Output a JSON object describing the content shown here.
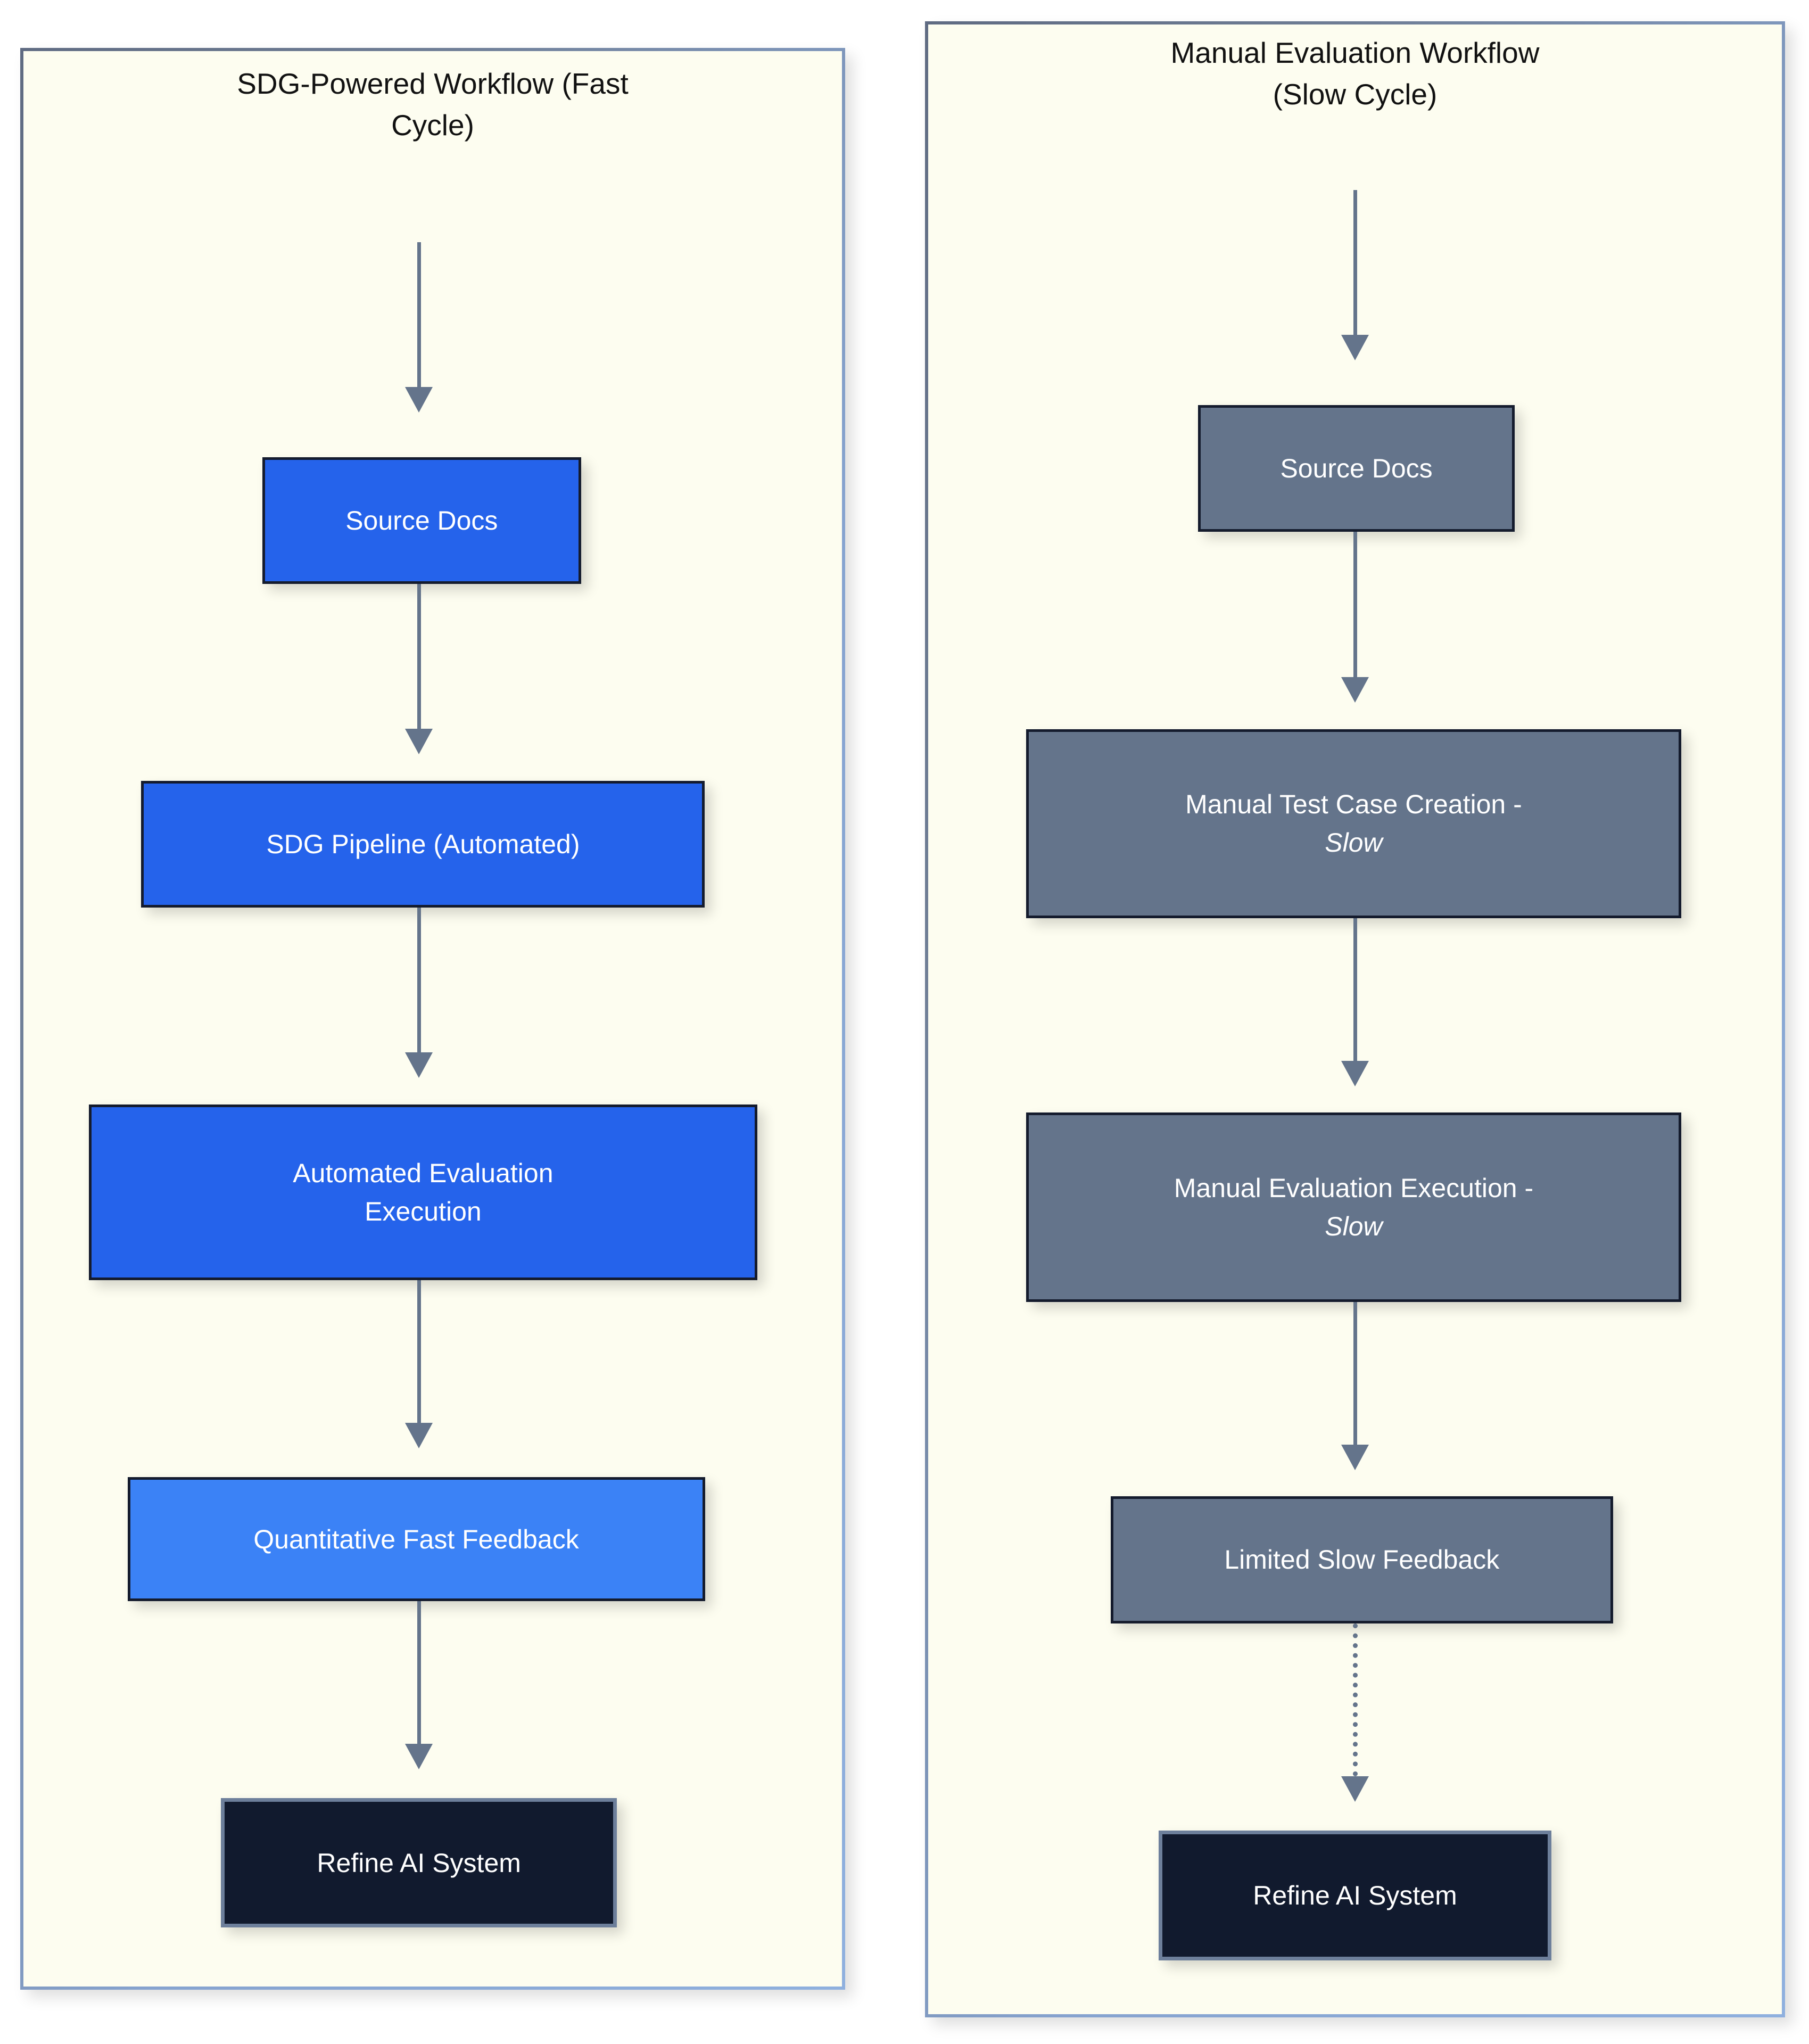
{
  "diagram": {
    "type": "flowchart",
    "orientation": "two-column-comparison",
    "panels": [
      {
        "id": "sdg-powered",
        "title": "SDG-Powered Workflow (Fast\nCycle)",
        "nodes": [
          {
            "id": "source-docs",
            "label": "Source Docs",
            "style": "blue-dark"
          },
          {
            "id": "sdg-pipeline",
            "label": "SDG Pipeline (Automated)",
            "style": "blue-dark"
          },
          {
            "id": "automated-evaluation",
            "label": "Automated Evaluation\nExecution",
            "style": "blue-dark"
          },
          {
            "id": "quantitative-feedback",
            "label": "Quantitative Fast Feedback",
            "style": "blue-light"
          },
          {
            "id": "refine-ai-system",
            "label": "Refine AI System",
            "style": "navy"
          }
        ],
        "edges": [
          {
            "from": "entry",
            "to": "source-docs",
            "style": "solid"
          },
          {
            "from": "source-docs",
            "to": "sdg-pipeline",
            "style": "solid"
          },
          {
            "from": "sdg-pipeline",
            "to": "automated-evaluation",
            "style": "solid"
          },
          {
            "from": "automated-evaluation",
            "to": "quantitative-feedback",
            "style": "solid"
          },
          {
            "from": "quantitative-feedback",
            "to": "refine-ai-system",
            "style": "solid"
          }
        ]
      },
      {
        "id": "manual-evaluation",
        "title": "Manual Evaluation Workflow\n(Slow Cycle)",
        "nodes": [
          {
            "id": "source-docs-manual",
            "label": "Source Docs",
            "style": "gray"
          },
          {
            "id": "manual-test-case",
            "label": "Manual Test Case Creation -\nSlow",
            "style": "gray",
            "italic_tail": "Slow"
          },
          {
            "id": "manual-evaluation-exec",
            "label": "Manual Evaluation Execution -\nSlow",
            "style": "gray",
            "italic_tail": "Slow"
          },
          {
            "id": "limited-slow-feedback",
            "label": "Limited Slow Feedback",
            "style": "gray"
          },
          {
            "id": "refine-ai-system-manual",
            "label": "Refine AI System",
            "style": "navy"
          }
        ],
        "edges": [
          {
            "from": "entry",
            "to": "source-docs-manual",
            "style": "solid"
          },
          {
            "from": "source-docs-manual",
            "to": "manual-test-case",
            "style": "solid"
          },
          {
            "from": "manual-test-case",
            "to": "manual-evaluation-exec",
            "style": "solid"
          },
          {
            "from": "manual-evaluation-exec",
            "to": "limited-slow-feedback",
            "style": "solid"
          },
          {
            "from": "limited-slow-feedback",
            "to": "refine-ai-system-manual",
            "style": "dotted"
          }
        ]
      }
    ],
    "colors": {
      "panel_background": "#fdfdf0",
      "panel_border_start": "#5f6b82",
      "panel_border_end": "#8fb0de",
      "blue_dark": "#2563eb",
      "blue_light": "#3b82f6",
      "gray": "#64748b",
      "navy": "#111a2e",
      "node_border": "#141b2d",
      "connector": "#64748b",
      "text_on_node": "#ffffff",
      "title_text": "#111111"
    }
  },
  "labels": {
    "left": {
      "title": "SDG-Powered Workflow (Fast\nCycle)",
      "n0": "Source Docs",
      "n1": "SDG Pipeline (Automated)",
      "n2": "Automated Evaluation\nExecution",
      "n3": "Quantitative Fast Feedback",
      "n4": "Refine AI System"
    },
    "right": {
      "title": "Manual Evaluation Workflow\n(Slow Cycle)",
      "n0": "Source Docs",
      "n1_head": "Manual Test Case Creation -",
      "n1_tail": "Slow",
      "n2_head": "Manual Evaluation Execution -",
      "n2_tail": "Slow",
      "n3": "Limited Slow Feedback",
      "n4": "Refine AI System"
    }
  }
}
